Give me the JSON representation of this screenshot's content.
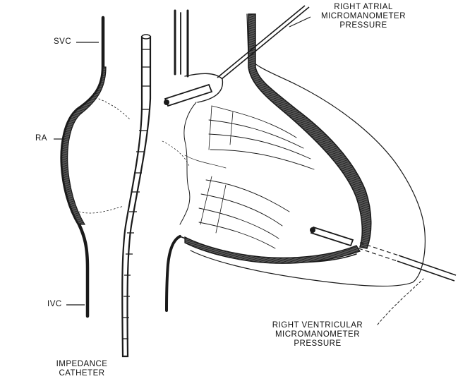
{
  "labels": {
    "svc": "SVC",
    "ra": "RA",
    "ivc": "IVC",
    "impedance_catheter": [
      "IMPEDANCE",
      "CATHETER"
    ],
    "right_atrial_pressure": [
      "RIGHT ATRIAL",
      "MICROMANOMETER",
      "PRESSURE"
    ],
    "right_ventricular_pressure": [
      "RIGHT VENTRICULAR",
      "MICROMANOMETER",
      "PRESSURE"
    ]
  }
}
